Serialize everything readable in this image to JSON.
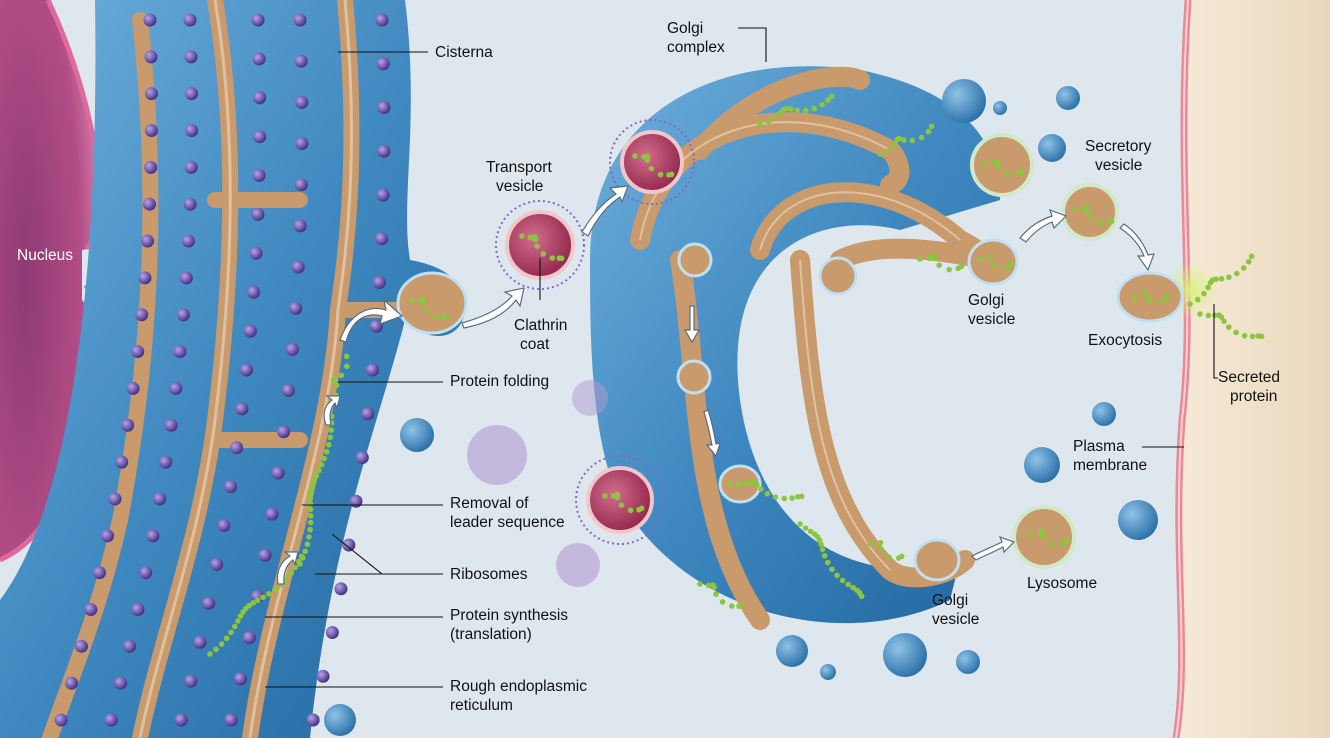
{
  "diagram": {
    "labels": {
      "cisterna": "Cisterna",
      "golgi_complex_1": "Golgi",
      "golgi_complex_2": "complex",
      "transport_vesicle_1": "Transport",
      "transport_vesicle_2": "vesicle",
      "secretory_vesicle_1": "Secretory",
      "secretory_vesicle_2": "vesicle",
      "nucleus": "Nucleus",
      "clathrin_coat_1": "Clathrin",
      "clathrin_coat_2": "coat",
      "golgi_vesicle_upper_1": "Golgi",
      "golgi_vesicle_upper_2": "vesicle",
      "exocytosis": "Exocytosis",
      "secreted_protein_1": "Secreted",
      "secreted_protein_2": "protein",
      "protein_folding": "Protein folding",
      "plasma_membrane_1": "Plasma",
      "plasma_membrane_2": "membrane",
      "removal_leader_1": "Removal of",
      "removal_leader_2": "leader sequence",
      "ribosomes": "Ribosomes",
      "protein_synthesis_1": "Protein synthesis",
      "protein_synthesis_2": "(translation)",
      "lysosome": "Lysosome",
      "golgi_vesicle_lower_1": "Golgi",
      "golgi_vesicle_lower_2": "vesicle",
      "rough_er_1": "Rough endoplasmic",
      "rough_er_2": "reticulum"
    },
    "colors": {
      "cytoplasm": "#dfe7ee",
      "membrane_blue": "#3f88c0",
      "lumen": "#c99a6c",
      "ribosome": "#5a3f9e",
      "protein": "#8cc63f",
      "nucleus": "#b24d86",
      "plasma_membrane": "#e98a96",
      "extracellular": "#efe2cc"
    }
  }
}
